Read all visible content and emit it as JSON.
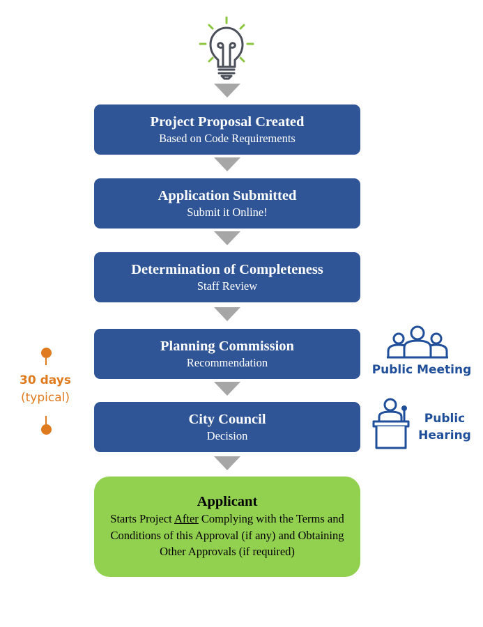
{
  "diagram": {
    "start_icon": "lightbulb-icon",
    "steps": [
      {
        "title": "Project Proposal Created",
        "subtitle": "Based on Code Requirements"
      },
      {
        "title": "Application Submitted",
        "subtitle": "Submit it Online!"
      },
      {
        "title": "Determination of Completeness",
        "subtitle": "Staff Review"
      },
      {
        "title": "Planning Commission",
        "subtitle": "Recommendation"
      },
      {
        "title": "City Council",
        "subtitle": "Decision"
      }
    ],
    "final_step": {
      "title": "Applicant",
      "body_prefix": "Starts Project ",
      "body_underlined": "After",
      "body_suffix": " Complying with the Terms and Conditions of this Approval (if any) and Obtaining Other Approvals (if required)"
    },
    "annotations": {
      "public_meeting": {
        "icon": "group-icon",
        "label": "Public Meeting"
      },
      "public_hearing": {
        "icon": "podium-speaker-icon",
        "label_line1": "Public",
        "label_line2": "Hearing"
      }
    },
    "timeline": {
      "duration": "30 days",
      "qualifier": "(typical)"
    },
    "colors": {
      "step_fill": "#2f5597",
      "final_fill": "#92d050",
      "arrow": "#a6a6a6",
      "accent_blue": "#1f4e9a",
      "accent_orange": "#e07a1f",
      "bulb_rays": "#8dc63f",
      "bulb_outline": "#4a4f5a"
    }
  }
}
